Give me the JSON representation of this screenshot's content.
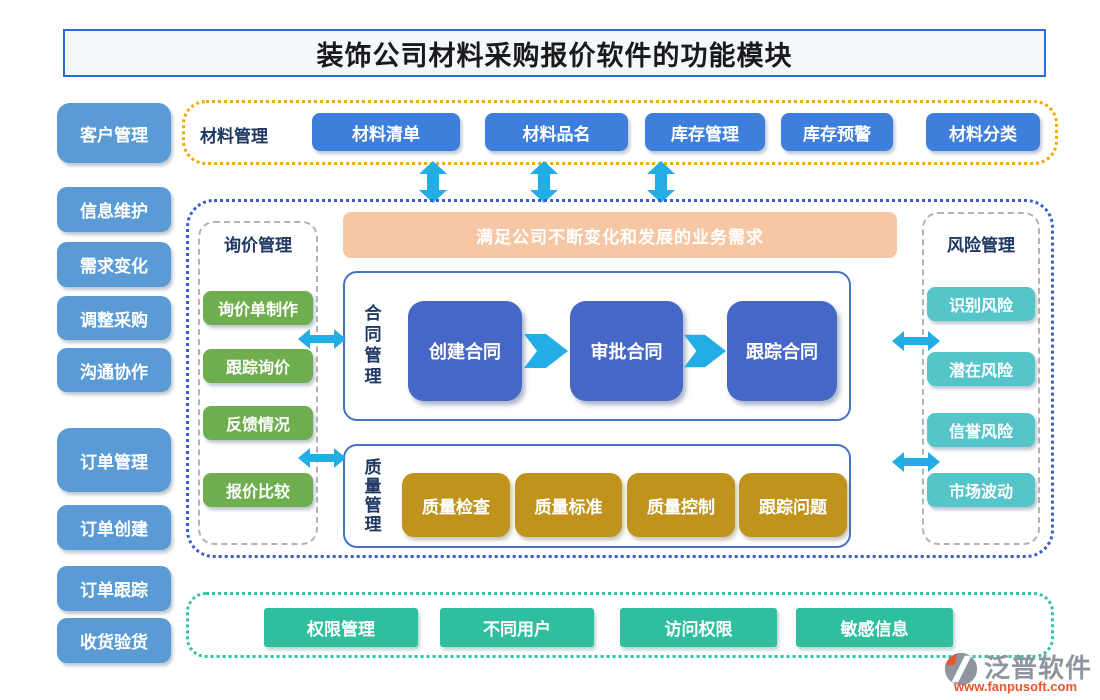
{
  "title": "装饰公司材料采购报价软件的功能模块",
  "sidebar": {
    "items": [
      "客户管理",
      "信息维护",
      "需求变化",
      "调整采购",
      "沟通协作",
      "订单管理",
      "订单创建",
      "订单跟踪",
      "收货验货"
    ]
  },
  "material": {
    "label": "材料管理",
    "buttons": [
      "材料清单",
      "材料品名",
      "库存管理",
      "库存预警",
      "材料分类"
    ]
  },
  "core": {
    "banner": "满足公司不断变化和发展的业务需求",
    "inquiry": {
      "label": "询价管理",
      "buttons": [
        "询价单制作",
        "跟踪询价",
        "反馈情况",
        "报价比较"
      ]
    },
    "contract": {
      "label": "合同管理",
      "steps": [
        "创建合同",
        "审批合同",
        "跟踪合同"
      ]
    },
    "quality": {
      "label": "质量管理",
      "buttons": [
        "质量检查",
        "质量标准",
        "质量控制",
        "跟踪问题"
      ]
    },
    "risk": {
      "label": "风险管理",
      "buttons": [
        "识别风险",
        "潜在风险",
        "信誉风险",
        "市场波动"
      ]
    }
  },
  "permissions": {
    "buttons": [
      "权限管理",
      "不同用户",
      "访问权限",
      "敏感信息"
    ]
  },
  "footer": {
    "brand": "泛普软件",
    "website": "www.fanpusoft.com"
  },
  "colors": {
    "sidebar_blue": "#5b9bd5",
    "primary_blue": "#3f7fdc",
    "contract_blue": "#4767c6",
    "green": "#6fae4e",
    "gold": "#c0941c",
    "teal_light": "#55c5c9",
    "teal": "#2fbf9f",
    "peach": "#f5c7a4",
    "arrow_cyan": "#22ade4",
    "border_yellow": "#f0ad00",
    "border_blue": "#3a5fc8",
    "border_teal": "#2fc4a4",
    "brand_gray": "#8f959e",
    "brand_orange": "#e8542f"
  }
}
